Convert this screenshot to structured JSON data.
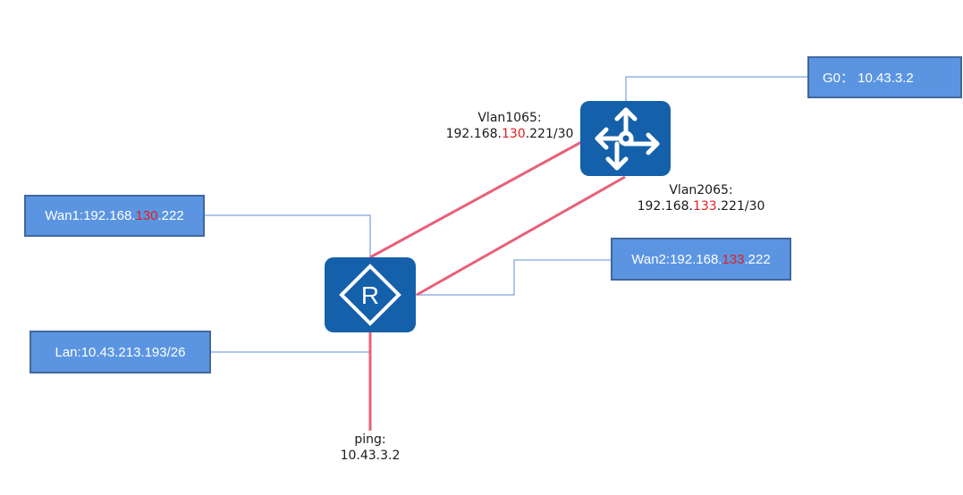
{
  "colors": {
    "device": "#1560aa",
    "box_fill": "#5b95e2",
    "box_border": "#41679e",
    "thin_link": "#5b8fd6",
    "red_link": "#e8607a",
    "highlight_text": "#e01f1f"
  },
  "devices": {
    "core_switch": {
      "icon": "layer3-switch-icon"
    },
    "router": {
      "icon": "router-icon",
      "glyph": "R"
    }
  },
  "boxes": {
    "g0": {
      "text": "G0： 10.43.3.2"
    },
    "wan1": {
      "prefix": "Wan1:192.168.",
      "highlight": "130",
      "suffix": ".222"
    },
    "wan2": {
      "prefix": "Wan2:192.168.",
      "highlight": "133",
      "suffix": ".222"
    },
    "lan": {
      "text": "Lan:10.43.213.193/26"
    }
  },
  "labels": {
    "vlan1065": {
      "line1": "Vlan1065:",
      "prefix": "192.168.",
      "highlight": "130",
      "suffix": ".221/30"
    },
    "vlan2065": {
      "line1": "Vlan2065:",
      "prefix": "192.168.",
      "highlight": "133",
      "suffix": ".221/30"
    },
    "ping": {
      "line1": "ping:",
      "line2": "10.43.3.2"
    }
  }
}
